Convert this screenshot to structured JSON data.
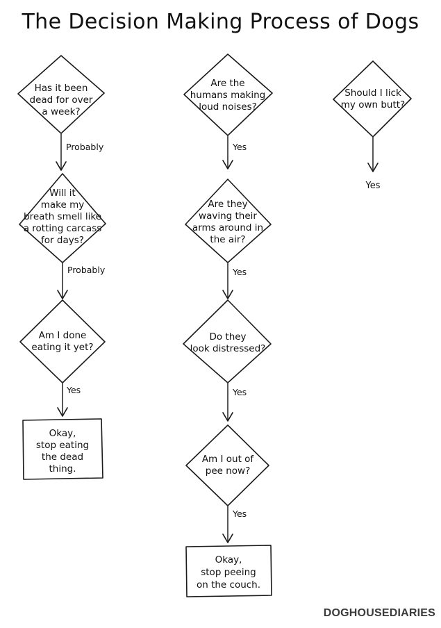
{
  "page": {
    "title": "The Decision Making Process of Dogs",
    "credit": "DOGHOUSEDIARIES",
    "background": "#ffffff",
    "ink": "#1b1b1b"
  },
  "chart_data": {
    "type": "diagram",
    "title": "The Decision Making Process of Dogs",
    "columns": [
      {
        "id": "column-dead-thing",
        "nodes": [
          {
            "id": "n1",
            "shape": "diamond",
            "lines": [
              "Has it been",
              "dead for over",
              "a week?"
            ]
          },
          {
            "id": "n2",
            "shape": "diamond",
            "lines": [
              "Will it",
              "make my",
              "breath smell like",
              "a rotting carcass",
              "for days?"
            ]
          },
          {
            "id": "n3",
            "shape": "diamond",
            "lines": [
              "Am I done",
              "eating it yet?"
            ]
          },
          {
            "id": "n4",
            "shape": "box",
            "lines": [
              "Okay,",
              "stop eating",
              "the dead",
              "thing."
            ]
          }
        ],
        "edges": [
          {
            "from": "n1",
            "to": "n2",
            "label": "Probably"
          },
          {
            "from": "n2",
            "to": "n3",
            "label": "Probably"
          },
          {
            "from": "n3",
            "to": "n4",
            "label": "Yes"
          }
        ]
      },
      {
        "id": "column-loud-humans",
        "nodes": [
          {
            "id": "m1",
            "shape": "diamond",
            "lines": [
              "Are the",
              "humans making",
              "loud noises?"
            ]
          },
          {
            "id": "m2",
            "shape": "diamond",
            "lines": [
              "Are they",
              "waving their",
              "arms around in",
              "the air?"
            ]
          },
          {
            "id": "m3",
            "shape": "diamond",
            "lines": [
              "Do they",
              "look distressed?"
            ]
          },
          {
            "id": "m4",
            "shape": "diamond",
            "lines": [
              "Am I out of",
              "pee now?"
            ]
          },
          {
            "id": "m5",
            "shape": "box",
            "lines": [
              "Okay,",
              "stop peeing",
              "on the couch."
            ]
          }
        ],
        "edges": [
          {
            "from": "m1",
            "to": "m2",
            "label": "Yes"
          },
          {
            "from": "m2",
            "to": "m3",
            "label": "Yes"
          },
          {
            "from": "m3",
            "to": "m4",
            "label": "Yes"
          },
          {
            "from": "m4",
            "to": "m5",
            "label": "Yes"
          }
        ]
      },
      {
        "id": "column-lick-butt",
        "nodes": [
          {
            "id": "r1",
            "shape": "diamond",
            "lines": [
              "Should I lick",
              "my own butt?"
            ]
          }
        ],
        "edges": [
          {
            "from": "r1",
            "to": null,
            "label": "Yes"
          }
        ]
      }
    ]
  },
  "nodes": {
    "n1": {
      "l1": "Has it been",
      "l2": "dead for over",
      "l3": "a week?"
    },
    "n2": {
      "l1": "Will it",
      "l2": "make my",
      "l3": "breath smell like",
      "l4": "a rotting carcass",
      "l5": "for days?"
    },
    "n3": {
      "l1": "Am I done",
      "l2": "eating it yet?"
    },
    "n4": {
      "l1": "Okay,",
      "l2": "stop eating",
      "l3": "the dead",
      "l4": "thing."
    },
    "m1": {
      "l1": "Are the",
      "l2": "humans making",
      "l3": "loud noises?"
    },
    "m2": {
      "l1": "Are they",
      "l2": "waving their",
      "l3": "arms around in",
      "l4": "the air?"
    },
    "m3": {
      "l1": "Do they",
      "l2": "look distressed?"
    },
    "m4": {
      "l1": "Am I out of",
      "l2": "pee now?"
    },
    "m5": {
      "l1": "Okay,",
      "l2": "stop peeing",
      "l3": "on the couch."
    },
    "r1": {
      "l1": "Should I lick",
      "l2": "my own butt?"
    }
  },
  "edge_labels": {
    "e1": "Probably",
    "e2": "Probably",
    "e3": "Yes",
    "f1": "Yes",
    "f2": "Yes",
    "f3": "Yes",
    "f4": "Yes",
    "g1": "Yes"
  }
}
